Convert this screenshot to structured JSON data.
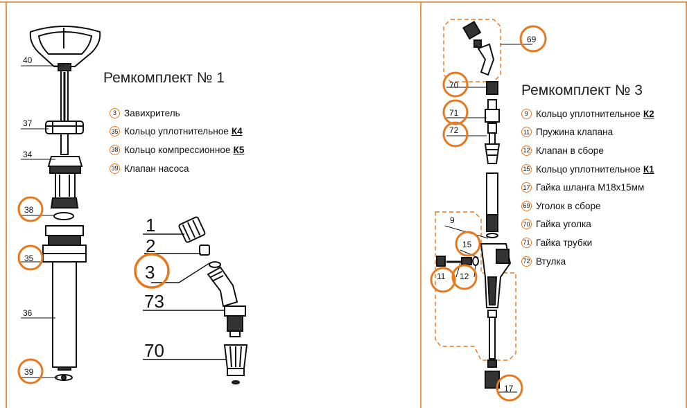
{
  "colors": {
    "accent": "#e7781e",
    "line": "#111111",
    "frame": "#e7781e"
  },
  "kit1": {
    "title": "Ремкомплект № 1",
    "items": [
      {
        "num": "3",
        "text": "Завихритель",
        "code": ""
      },
      {
        "num": "35",
        "text": "Кольцо уплотнительное",
        "code": "К4"
      },
      {
        "num": "38",
        "text": "Кольцо компрессионное",
        "code": "К5"
      },
      {
        "num": "39",
        "text": "Клапан насоса",
        "code": ""
      }
    ]
  },
  "kit3": {
    "title": "Ремкомплект № 3",
    "items": [
      {
        "num": "9",
        "text": "Кольцо уплотнительное",
        "code": "К2"
      },
      {
        "num": "11",
        "text": "Пружина клапана",
        "code": ""
      },
      {
        "num": "12",
        "text": "Клапан в сборе",
        "code": ""
      },
      {
        "num": "15",
        "text": "Кольцо уплотнительное",
        "code": "К1"
      },
      {
        "num": "17",
        "text": "Гайка шланга М18х15мм",
        "code": ""
      },
      {
        "num": "69",
        "text": "Уголок в сборе",
        "code": ""
      },
      {
        "num": "70",
        "text": "Гайка уголка",
        "code": ""
      },
      {
        "num": "71",
        "text": "Гайка трубки",
        "code": ""
      },
      {
        "num": "72",
        "text": "Втулка",
        "code": ""
      }
    ]
  },
  "pump_labels": {
    "l40": "40",
    "l37": "37",
    "l34": "34",
    "l38": "38",
    "l35": "35",
    "l36": "36",
    "l39": "39"
  },
  "nozzle_labels": {
    "l1": "1",
    "l2": "2",
    "l3": "3",
    "l73": "73",
    "l70": "70"
  },
  "lance_labels": {
    "l69": "69",
    "l70": "70",
    "l71": "71",
    "l72": "72",
    "l9": "9",
    "l15": "15",
    "l11": "11",
    "l12": "12",
    "l17": "17"
  }
}
